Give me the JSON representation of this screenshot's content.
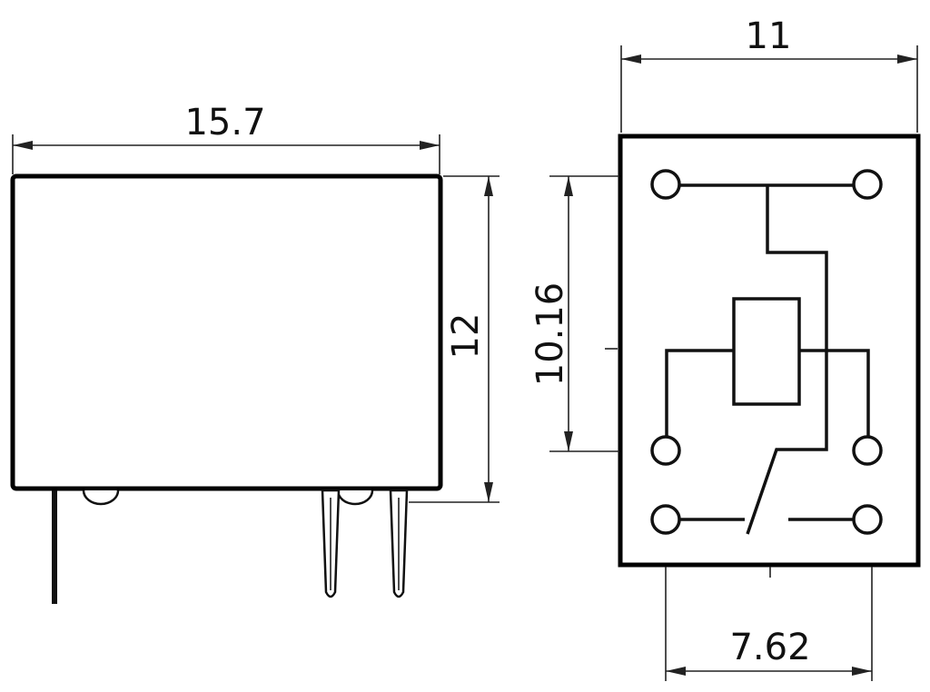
{
  "side_view": {
    "width_label": "15.7",
    "height_label": "12"
  },
  "top_view": {
    "width_label": "11",
    "pitch_vertical_label": "10.16",
    "pitch_horizontal_label": "7.62"
  },
  "colors": {
    "line": "#000000",
    "background": "#ffffff"
  }
}
